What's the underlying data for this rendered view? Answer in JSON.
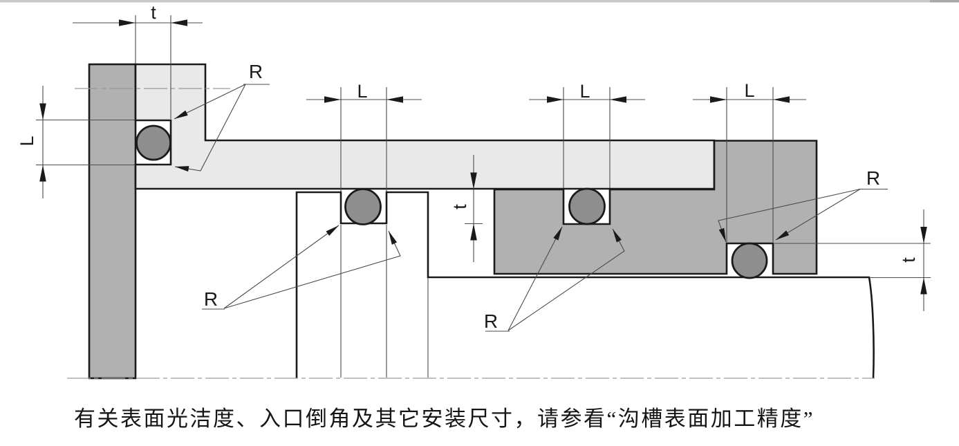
{
  "diagram": {
    "labels": {
      "t": "t",
      "L": "L",
      "R": "R"
    },
    "caption": "有关表面光洁度、入口倒角及其它安装尺寸，请参看“沟槽表面加工精度”",
    "colors": {
      "part_medium": "#b1b1b1",
      "part_light": "#e9e9e9",
      "part_white": "#ffffff",
      "oring": "#8e8e8e",
      "outline": "#1a1a1a",
      "strip_light": "#c9c9c9",
      "strip_dark": "#a8a8a8"
    }
  }
}
